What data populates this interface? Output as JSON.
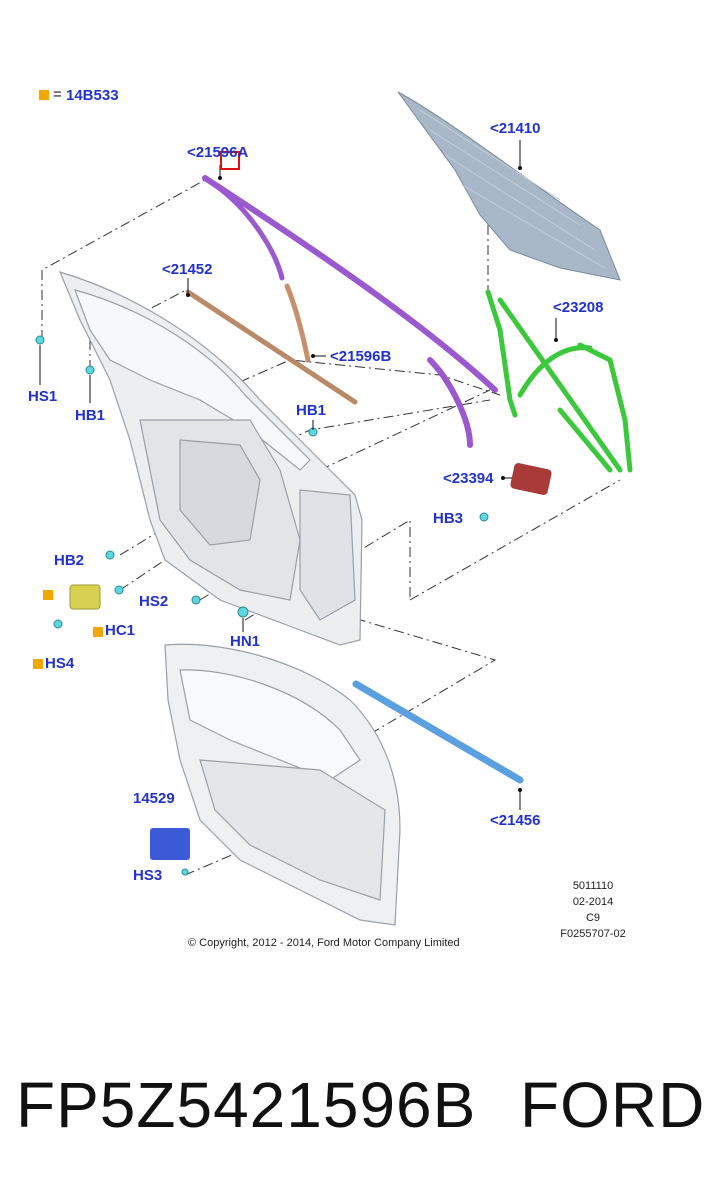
{
  "legend": {
    "symbol_meaning": "=",
    "part": "14B533",
    "swatch_color": "#f2a800"
  },
  "callouts": {
    "c21410": "<21410",
    "c21596a": "<21596A",
    "c21452": "<21452",
    "c21596b": "<21596B",
    "c23208": "<23208",
    "c23394": "<23394",
    "c21456": "<21456",
    "c14529": "14529",
    "hs1": "HS1",
    "hb1_left": "HB1",
    "hb1_right": "HB1",
    "hb2": "HB2",
    "hb3": "HB3",
    "hs2": "HS2",
    "hc1": "HC1",
    "hs4": "HS4",
    "hn1": "HN1",
    "hs3": "HS3"
  },
  "meta": {
    "doc_number": "5011110",
    "date": "02-2014",
    "code": "C9",
    "figure": "F0255707-02",
    "copyright": "© Copyright, 2012 - 2014, Ford Motor Company Limited"
  },
  "footer": {
    "part_number": "FP5Z5421596B",
    "brand": "FORD"
  },
  "colors": {
    "callout_text": "#2233cc",
    "purple_part": "#9b59d0",
    "copper_part": "#c8906a",
    "glass": "#a8b8c8",
    "regulator": "#3cc83c",
    "motor": "#a83a3a",
    "weatherstrip": "#5aa0e0",
    "switch": "#3a5ad8",
    "module": "#d8d050",
    "highlight": "#e01010"
  }
}
